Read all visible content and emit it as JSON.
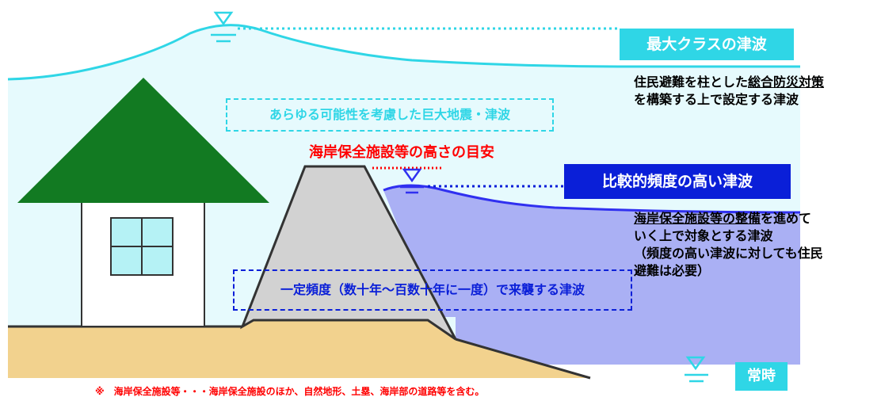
{
  "labels": {
    "max_class": "最大クラスの津波",
    "frequent": "比較的頻度の高い津波",
    "normal": "常時",
    "possibility": "あらゆる可能性を考慮した巨大地震・津波",
    "coastal_height": "海岸保全施設等の高さの目安",
    "periodic": "一定頻度（数十年～百数十年に一度）で来襲する津波"
  },
  "desc_max": {
    "line1_pre": "住民避難を柱とした",
    "line1_ul": "総合防災対策",
    "line2": "を構築する上で設定する津波"
  },
  "desc_freq": {
    "line1_ul": "海岸保全施設等の整備",
    "line1_post": "を進めて",
    "line2": "いく上で対象とする津波",
    "line3": "（頻度の高い津波に対しても住民",
    "line4": "避難は必要）"
  },
  "footnote": "※　海岸保全施設等・・・海岸保全施設のほか、自然地形、土塁、海岸部の道路等を含む。",
  "colors": {
    "max_wave_line": "#2fd6e6",
    "max_wave_fill": "#e6fafd",
    "freq_wave_line": "#3030f0",
    "freq_wave_fill": "#aab0f4",
    "ground": "#f2d28e",
    "roof": "#127a22",
    "levee": "#d2d2d2",
    "red": "#ff0000",
    "dark_blue": "#0a1fd8"
  },
  "icons": [
    "water-level-marker-icon",
    "house-icon",
    "window-icon",
    "levee-icon"
  ]
}
